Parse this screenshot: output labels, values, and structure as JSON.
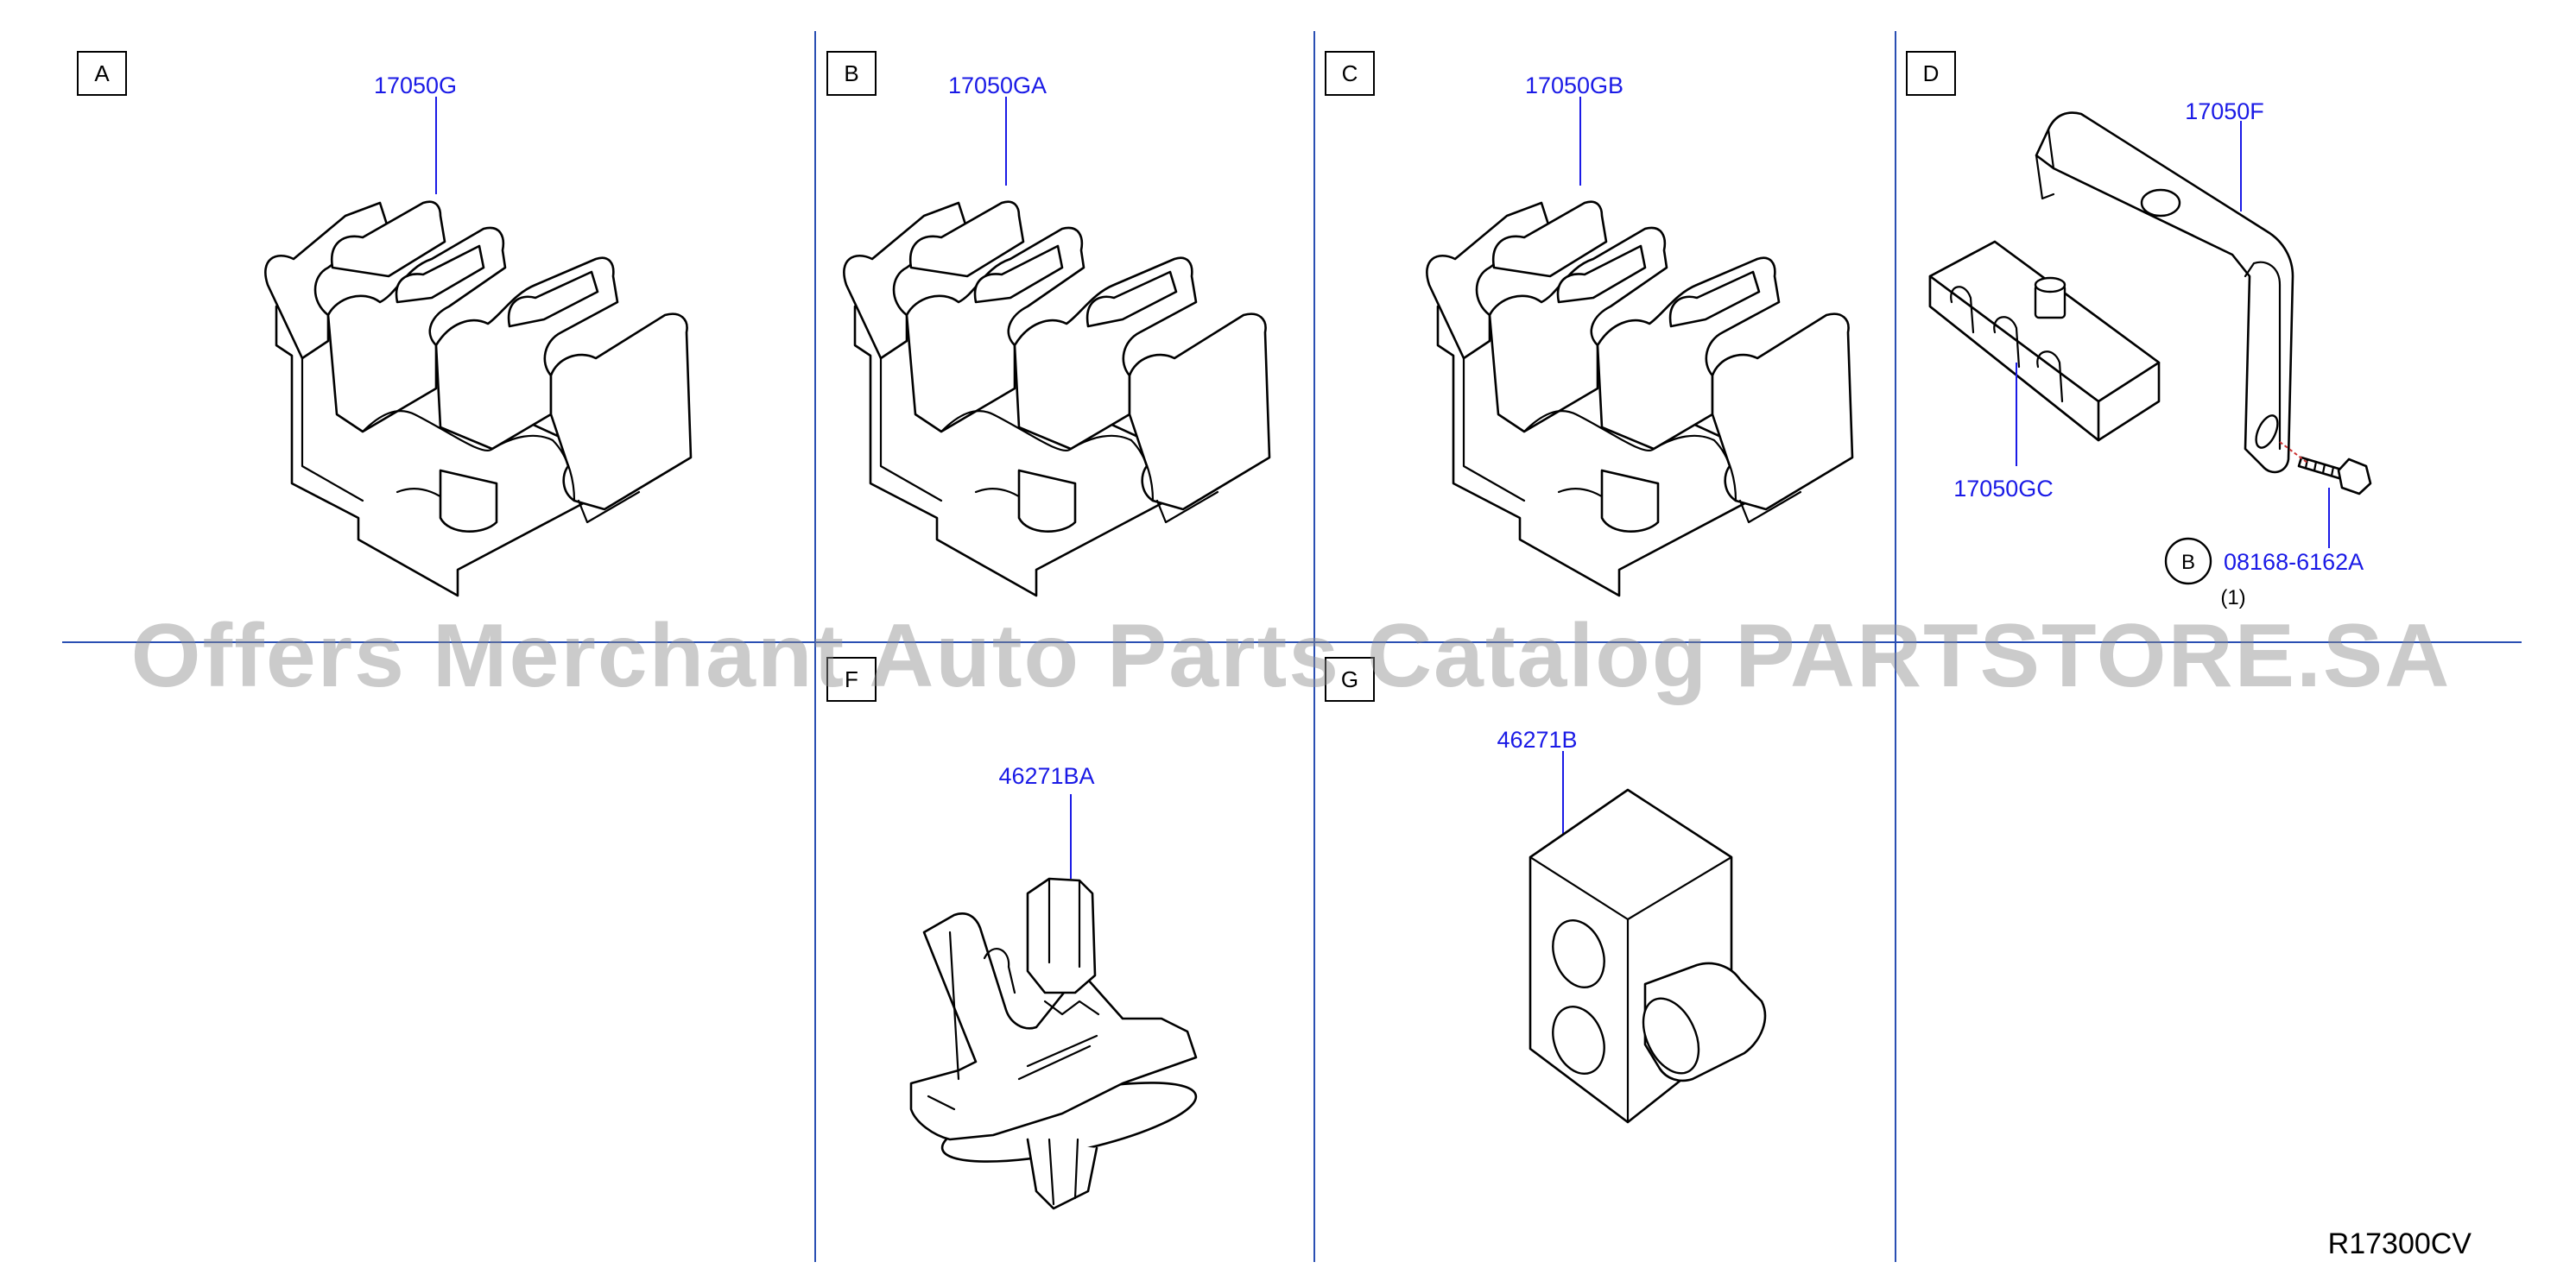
{
  "watermark": "Offers Merchant Auto Parts Catalog PARTSTORE.SA",
  "diagram_code": "R17300CV",
  "colors": {
    "label": "#1a1ae6",
    "divider": "#2a4fb3",
    "watermark": "#8c8c8c"
  },
  "sections": [
    {
      "letter": "A",
      "part": "17050G"
    },
    {
      "letter": "B",
      "part": "17050GA"
    },
    {
      "letter": "C",
      "part": "17050GB"
    },
    {
      "letter": "D",
      "parts": [
        "17050F",
        "17050GC",
        "08168-6162A"
      ],
      "bolt_callout": "B",
      "bolt_qty": "(1)"
    },
    {
      "letter": "F",
      "part": "46271BA"
    },
    {
      "letter": "G",
      "part": "46271B"
    }
  ]
}
